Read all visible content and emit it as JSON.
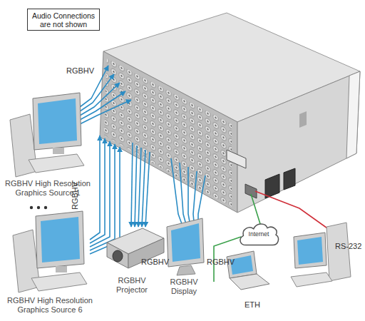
{
  "diagram": {
    "nodes": [
      {
        "text": [
          "Audio Connections are not shown"
        ]
      },
      {
        "text": [
          "RGBHV High Resolution Graphics Source 1"
        ]
      },
      {
        "text": [
          "RGBHV High Resolution Graphics Source 6"
        ]
      },
      {
        "text": [
          "RGBHV Projector"
        ]
      },
      {
        "text": [
          "RGBHV Display"
        ]
      },
      {
        "text": [
          "Internet"
        ]
      }
    ],
    "labels": [
      "RGBHV",
      "RGBHV",
      "RGBHV",
      "RGBHV",
      "ETH",
      "RS-232"
    ]
  }
}
